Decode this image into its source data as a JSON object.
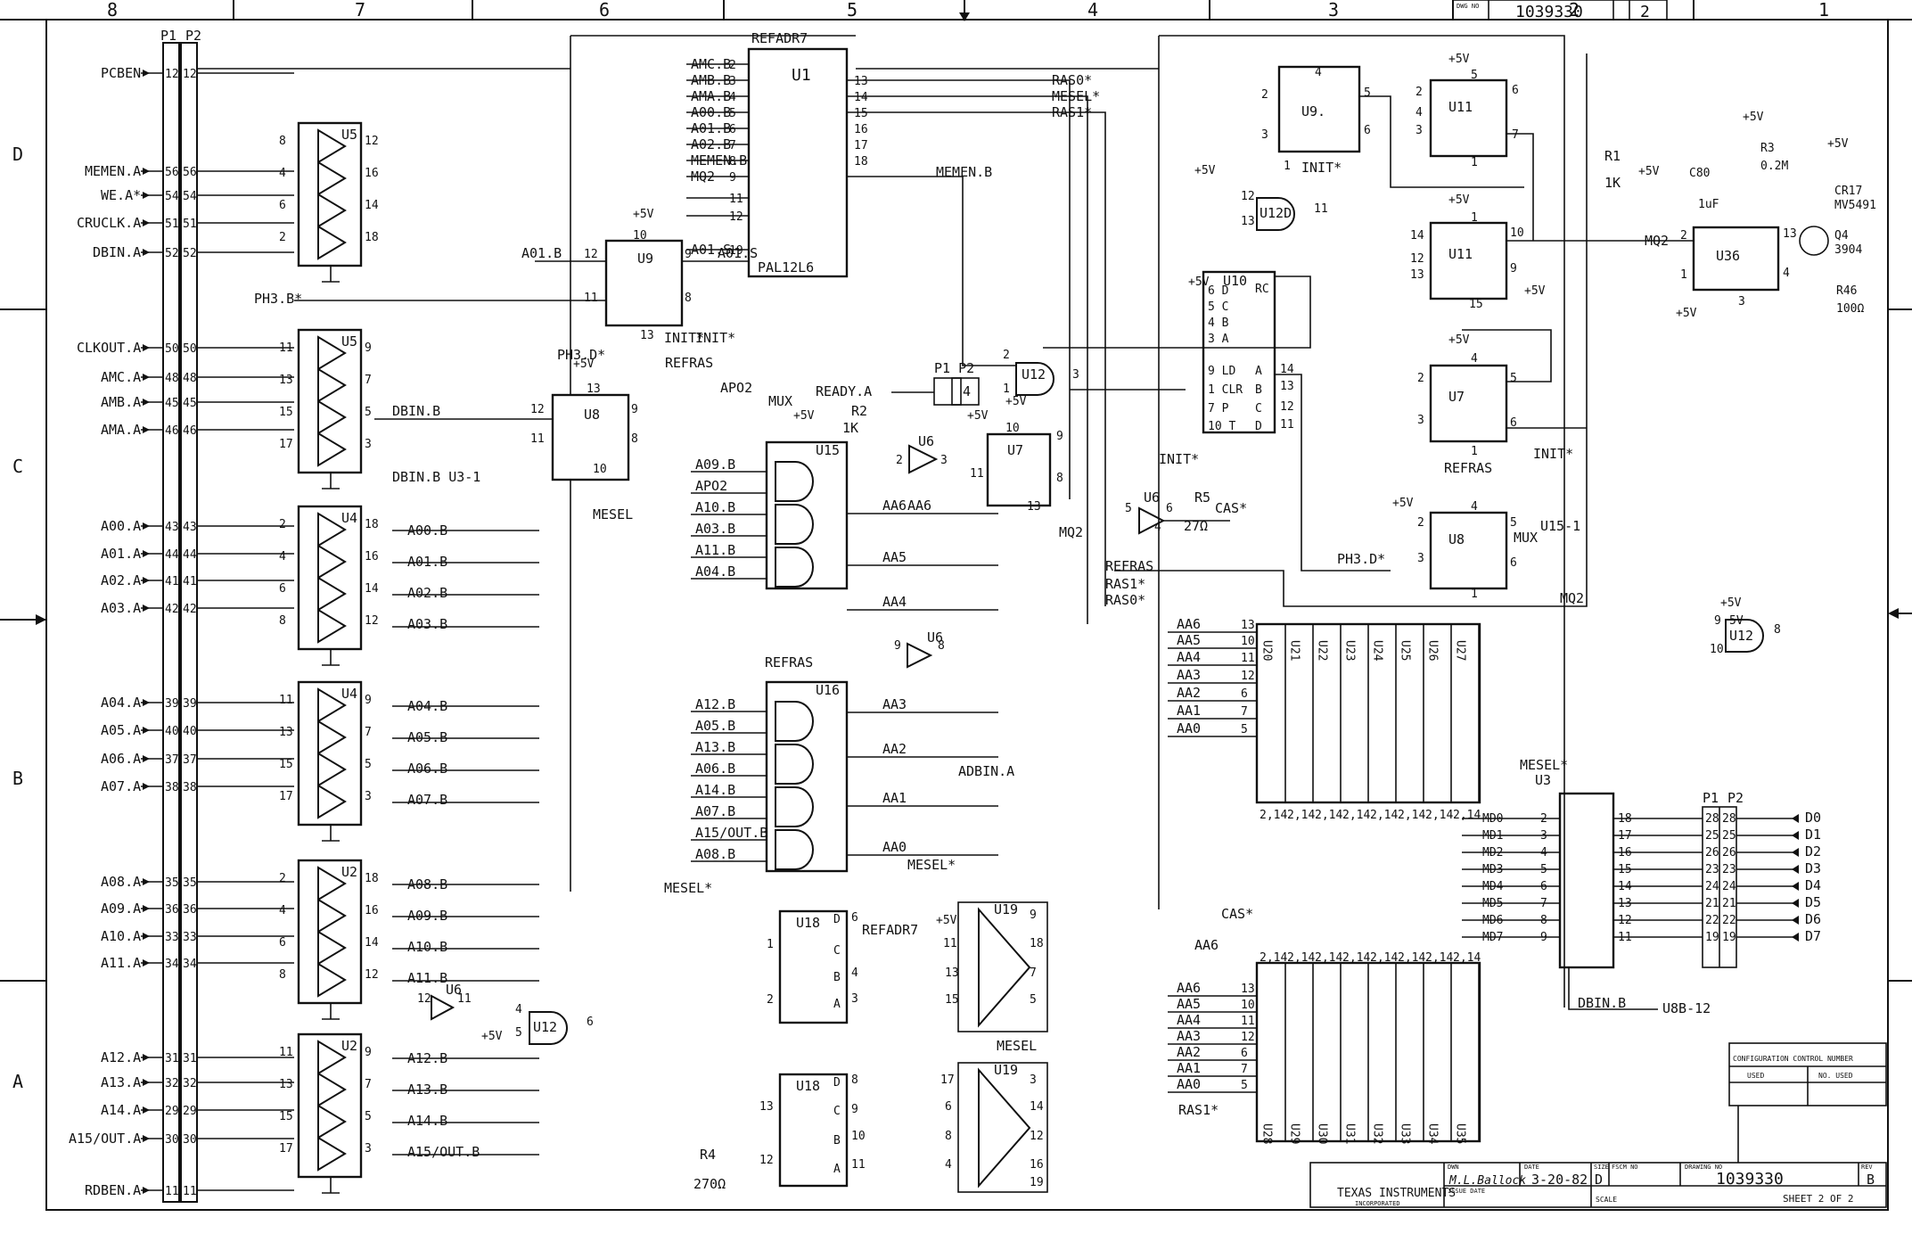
{
  "drawing": {
    "dwg_no": "1039330",
    "sheet_top": "2",
    "company": "TEXAS INSTRUMENTS",
    "company_sub": "INCORPORATED",
    "drawn_by": "M.L.Ballock",
    "date": "3-20-82",
    "size": "D",
    "drawing_no": "1039330",
    "rev": "B",
    "sheet": "SHEET 2 OF 2",
    "scale": "SCALE",
    "titlebox_labels": [
      "DWN",
      "DATE",
      "ISSUE DATE",
      "SIZE",
      "FSCM NO",
      "DRAWING NO",
      "REV"
    ],
    "revision_box": [
      "CONFIGURATION CONTROL NUMBER",
      "USED",
      "NO. USED"
    ]
  },
  "zones_top": [
    "8",
    "7",
    "6",
    "5",
    "4",
    "3",
    "2",
    "1"
  ],
  "zones_side": [
    "D",
    "C",
    "B",
    "A"
  ],
  "connector": {
    "header": [
      "P1",
      "P2"
    ],
    "pins": [
      {
        "signal": "PCBEN",
        "p1": "12",
        "p2": "12"
      },
      {
        "signal": "MEMEN.A",
        "p1": "56",
        "p2": "56"
      },
      {
        "signal": "WE.A*",
        "p1": "54",
        "p2": "54"
      },
      {
        "signal": "CRUCLK.A",
        "p1": "51",
        "p2": "51"
      },
      {
        "signal": "DBIN.A",
        "p1": "52",
        "p2": "52"
      },
      {
        "signal": "CLKOUT.A",
        "p1": "50",
        "p2": "50"
      },
      {
        "signal": "AMC.A",
        "p1": "48",
        "p2": "48"
      },
      {
        "signal": "AMB.A",
        "p1": "45",
        "p2": "45"
      },
      {
        "signal": "AMA.A",
        "p1": "46",
        "p2": "46"
      },
      {
        "signal": "A00.A",
        "p1": "43",
        "p2": "43"
      },
      {
        "signal": "A01.A",
        "p1": "44",
        "p2": "44"
      },
      {
        "signal": "A02.A",
        "p1": "41",
        "p2": "41"
      },
      {
        "signal": "A03.A",
        "p1": "42",
        "p2": "42"
      },
      {
        "signal": "A04.A",
        "p1": "39",
        "p2": "39"
      },
      {
        "signal": "A05.A",
        "p1": "40",
        "p2": "40"
      },
      {
        "signal": "A06.A",
        "p1": "37",
        "p2": "37"
      },
      {
        "signal": "A07.A",
        "p1": "38",
        "p2": "38"
      },
      {
        "signal": "A08.A",
        "p1": "35",
        "p2": "35"
      },
      {
        "signal": "A09.A",
        "p1": "36",
        "p2": "36"
      },
      {
        "signal": "A10.A",
        "p1": "33",
        "p2": "33"
      },
      {
        "signal": "A11.A",
        "p1": "34",
        "p2": "34"
      },
      {
        "signal": "A12.A",
        "p1": "31",
        "p2": "31"
      },
      {
        "signal": "A13.A",
        "p1": "32",
        "p2": "32"
      },
      {
        "signal": "A14.A",
        "p1": "29",
        "p2": "29"
      },
      {
        "signal": "A15/OUT.A",
        "p1": "30",
        "p2": "30"
      },
      {
        "signal": "RDBEN.A",
        "p1": "11",
        "p2": "11"
      }
    ]
  },
  "buffers": [
    {
      "ref": "U5",
      "pins": [
        "8",
        "4",
        "6",
        "2",
        "12",
        "16",
        "14",
        "18"
      ]
    },
    {
      "ref": "U5",
      "pins": [
        "11",
        "13",
        "15",
        "17",
        "9",
        "7",
        "5",
        "3"
      ]
    },
    {
      "ref": "U4",
      "pins": [
        "2",
        "4",
        "6",
        "8",
        "18",
        "16",
        "14",
        "12"
      ],
      "outputs": [
        "A00.B",
        "A01.B",
        "A02.B",
        "A03.B"
      ]
    },
    {
      "ref": "U4",
      "pins": [
        "11",
        "13",
        "15",
        "17",
        "9",
        "7",
        "5",
        "3"
      ],
      "outputs": [
        "A04.B",
        "A05.B",
        "A06.B",
        "A07.B"
      ]
    },
    {
      "ref": "U2",
      "pins": [
        "2",
        "4",
        "6",
        "8",
        "18",
        "16",
        "14",
        "12"
      ],
      "outputs": [
        "A08.B",
        "A09.B",
        "A10.B",
        "A11.B"
      ]
    },
    {
      "ref": "U2",
      "pins": [
        "11",
        "13",
        "15",
        "17",
        "9",
        "7",
        "5",
        "3"
      ],
      "outputs": [
        "A12.B",
        "A13.B",
        "A14.B",
        "A15/OUT.B"
      ]
    }
  ],
  "pal": {
    "ref": "U1",
    "type": "PAL12L6",
    "top_label": "REFADR7",
    "inputs": [
      {
        "name": "AMC.B",
        "pin": "2"
      },
      {
        "name": "AMB.B",
        "pin": "3"
      },
      {
        "name": "AMA.B",
        "pin": "4"
      },
      {
        "name": "A00.B",
        "pin": "5"
      },
      {
        "name": "A01.B",
        "pin": "6"
      },
      {
        "name": "A02.B",
        "pin": "7"
      },
      {
        "name": "MEMEN.B",
        "pin": "8"
      },
      {
        "name": "MQ2",
        "pin": "9"
      },
      {
        "name": "",
        "pin": "11"
      },
      {
        "name": "",
        "pin": "12"
      },
      {
        "name": "A01.S",
        "pin": "19"
      }
    ],
    "outputs": [
      {
        "name": "RAS0*",
        "pin": "13"
      },
      {
        "name": "MESEL*",
        "pin": "14"
      },
      {
        "name": "RAS1*",
        "pin": "15"
      },
      {
        "name": "",
        "pin": "16"
      },
      {
        "name": "",
        "pin": "17"
      },
      {
        "name": "MEMEN.B",
        "pin": "18"
      }
    ]
  },
  "mux": {
    "u15": {
      "ref": "U15",
      "inputs": [
        "A09.B",
        "APO2",
        "A10.B",
        "A03.B",
        "A11.B",
        "A04.B"
      ],
      "outputs": [
        "AA6",
        "AA5",
        "AA4"
      ]
    },
    "u16": {
      "ref": "U16",
      "inputs": [
        "A12.B",
        "A05.B",
        "A13.B",
        "A06.B",
        "A14.B",
        "A07.B",
        "A15/OUT.B",
        "A08.B"
      ],
      "outputs": [
        "AA3",
        "AA2",
        "AA1",
        "AA0"
      ]
    }
  },
  "ram_banks": {
    "top": [
      "U20",
      "U21",
      "U22",
      "U23",
      "U24",
      "U25",
      "U26",
      "U27"
    ],
    "bottom": [
      "U28",
      "U29",
      "U30",
      "U31",
      "U32",
      "U33",
      "U34",
      "U35"
    ],
    "address_lines": [
      "AA6",
      "AA5",
      "AA4",
      "AA3",
      "AA2",
      "AA1",
      "AA0"
    ],
    "address_pins": [
      "13",
      "10",
      "11",
      "12",
      "6",
      "7",
      "5"
    ],
    "pin_row": "2,14",
    "top_ctrl": [
      "RAS0*",
      "CAS*"
    ],
    "bottom_ctrl": [
      "RAS1*"
    ]
  },
  "data_bus": {
    "xcvr": "U3",
    "mesel": "MESEL*",
    "md": [
      "MD0",
      "MD1",
      "MD2",
      "MD3",
      "MD4",
      "MD5",
      "MD6",
      "MD7"
    ],
    "md_pins": [
      "2",
      "3",
      "4",
      "5",
      "6",
      "7",
      "8",
      "9"
    ],
    "out_pins": [
      "18",
      "17",
      "16",
      "15",
      "14",
      "13",
      "12",
      "11"
    ],
    "p1": [
      "28",
      "25",
      "26",
      "23",
      "24",
      "21",
      "22",
      "19"
    ],
    "p2": [
      "28",
      "25",
      "26",
      "23",
      "24",
      "21",
      "22",
      "19"
    ],
    "outputs": [
      "D0",
      "D1",
      "D2",
      "D3",
      "D4",
      "D5",
      "D6",
      "D7"
    ],
    "dbin": "DBIN.B",
    "dbin_ref": "U8B-12"
  },
  "timing": {
    "u9a": {
      "ref": "U9",
      "pins": [
        "2",
        "3",
        "4",
        "5",
        "1",
        "6"
      ]
    },
    "u11a": {
      "ref": "U11",
      "pins": [
        "2",
        "4",
        "3",
        "5",
        "6",
        "7",
        "1"
      ]
    },
    "u11b": {
      "ref": "U11",
      "pins": [
        "14",
        "12",
        "13",
        "10",
        "9",
        "15"
      ]
    },
    "u7b": {
      "ref": "U7",
      "pins": [
        "2",
        "3",
        "4",
        "5",
        "6",
        "1"
      ]
    },
    "u8b": {
      "ref": "U8",
      "pins": [
        "2",
        "3",
        "4",
        "5",
        "6",
        "1"
      ]
    },
    "u12d": {
      "ref": "U12D",
      "pins": [
        "12",
        "13",
        "11"
      ]
    },
    "u10": {
      "ref": "U10",
      "pins": [
        "6 D",
        "5 C",
        "4 B",
        "3 A",
        "9 LD",
        "1 CLR",
        "7 P",
        "10 T"
      ],
      "out": [
        "RC",
        "A 14",
        "B 13",
        "C 12",
        "D 11"
      ]
    },
    "u36": {
      "ref": "U36",
      "pins": [
        "2",
        "1",
        "3",
        "4",
        "13"
      ]
    },
    "labels": [
      "+5V",
      "INIT*",
      "MQ2",
      "REFRAS",
      "PH3.D*",
      "MUX",
      "U15-1",
      "C80",
      "1uF",
      "R1",
      "1K",
      "R3",
      "0.2M",
      "CR17",
      "MV5491",
      "Q4",
      "3904",
      "R46",
      "100Ω",
      "+5V",
      "+5V"
    ]
  },
  "misc": {
    "labels": [
      "PH3.B*",
      "PH3.D*",
      "DBIN.B",
      "U3-1",
      "REFRAS",
      "INIT*",
      "MESEL",
      "APO2",
      "MUX",
      "READY.A",
      "R2",
      "1K",
      "U6",
      "U7",
      "U12",
      "AA6",
      "AA5",
      "AA4",
      "MQ2",
      "RAS1*",
      "RAS0*",
      "R5",
      "27Ω",
      "CAS*",
      "ADBIN.A",
      "MESEL*",
      "REFADR7",
      "U18",
      "U19",
      "R4",
      "270Ω",
      "A15/OUT.B",
      "A01.B",
      "A01.S"
    ]
  }
}
